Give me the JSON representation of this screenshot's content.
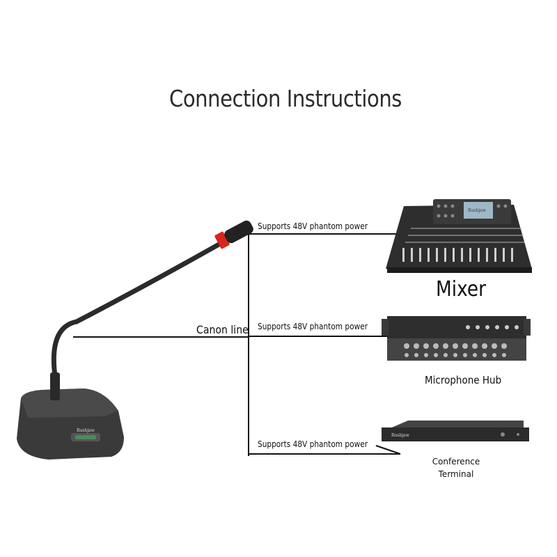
{
  "title": "Connection Instructions",
  "cable_label": "Canon line",
  "connections": [
    {
      "label": "Supports 48V phantom power",
      "device": "Mixer",
      "brand": "Rushjaw"
    },
    {
      "label": "Supports 48V phantom power",
      "device": "Microphone Hub"
    },
    {
      "label": "Supports 48V phantom power",
      "device_line1": "Conference",
      "device_line2": "Terminal",
      "brand": "Rushjaw"
    }
  ],
  "microphone_brand": "Rushjaw",
  "colors": {
    "line": "#111111",
    "device_body": "#2e2e2e",
    "accent_ring": "#d8261d",
    "screen": "#9fb8c8"
  }
}
